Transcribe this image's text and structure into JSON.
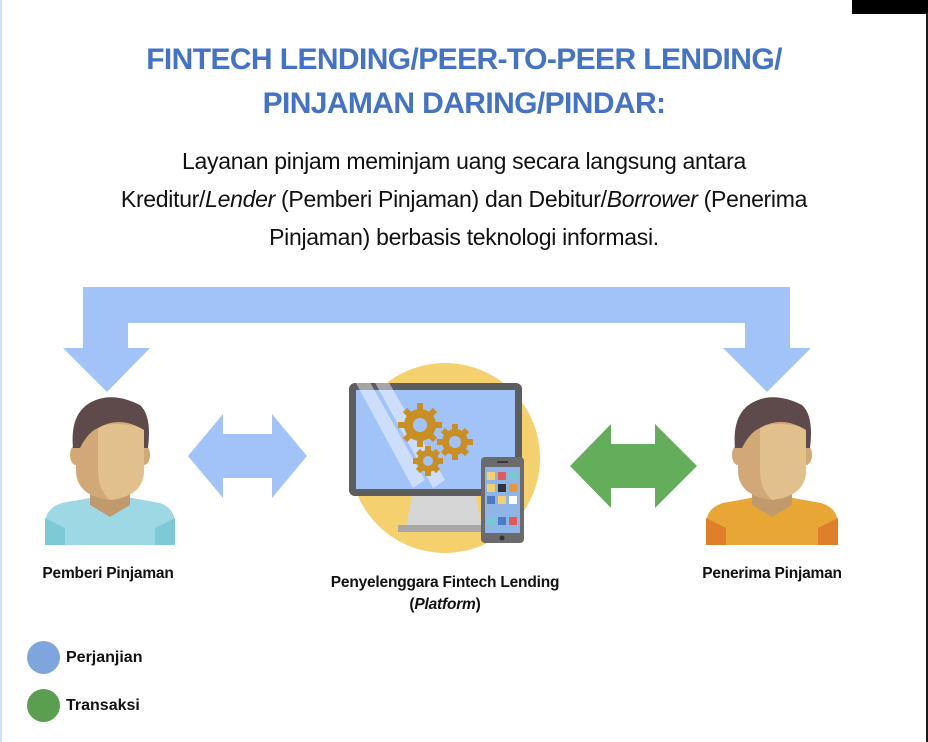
{
  "title": {
    "line1": "FINTECH LENDING/PEER-TO-PEER LENDING/",
    "line2": "PINJAMAN DARING/PINDAR:"
  },
  "description": {
    "line1": "Layanan pinjam meminjam uang secara langsung antara",
    "line2_part1": "Kreditur/",
    "line2_italic1": "Lender",
    "line2_part2": " (Pemberi Pinjaman) dan Debitur/",
    "line2_italic2": "Borrower",
    "line2_part3": " (Penerima",
    "line3": "Pinjaman) berbasis teknologi informasi."
  },
  "nodes": {
    "lender": {
      "label": "Pemberi Pinjaman",
      "shirt_color": "#9ed8e4"
    },
    "platform": {
      "label_line1": "Penyelenggara Fintech Lending",
      "label_open": "(",
      "label_italic": "Platform",
      "label_close": ")"
    },
    "borrower": {
      "label": "Penerima Pinjaman",
      "shirt_color": "#e8a735"
    }
  },
  "legend": [
    {
      "label": "Perjanjian",
      "color": "#7ea6dc"
    },
    {
      "label": "Transaksi",
      "color": "#5b9e4f"
    }
  ],
  "colors": {
    "title": "#4472c4",
    "agreement_arrow": "#a2c3f7",
    "transaction_arrow": "#64ad5a",
    "platform_circle": "#f4d06f"
  }
}
